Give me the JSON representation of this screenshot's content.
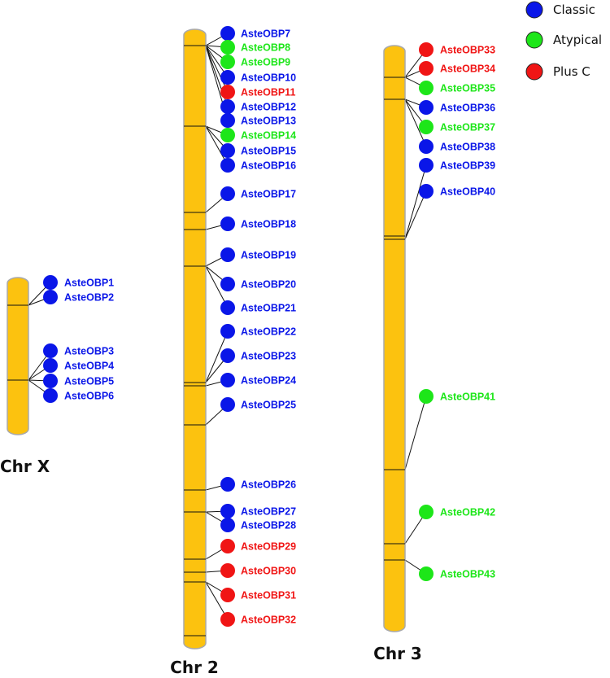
{
  "colors": {
    "Classic": "#0a16e8",
    "Atypical": "#1de619",
    "Plus C": "#f01515",
    "chromosome": "#fcc20f",
    "chromosome_border": "#a9a9a9",
    "line": "#111111"
  },
  "legend": [
    {
      "label": "Classic",
      "type": "Classic"
    },
    {
      "label": "Atypical",
      "type": "Atypical"
    },
    {
      "label": "Plus C",
      "type": "Plus C"
    }
  ],
  "chromosomes": [
    {
      "label": "Chr X",
      "bands": [],
      "genes": [
        {
          "name": "AsteOBP1",
          "type": "Classic"
        },
        {
          "name": "AsteOBP2",
          "type": "Classic"
        },
        {
          "name": "AsteOBP3",
          "type": "Classic"
        },
        {
          "name": "AsteOBP4",
          "type": "Classic"
        },
        {
          "name": "AsteOBP5",
          "type": "Classic"
        },
        {
          "name": "AsteOBP6",
          "type": "Classic"
        }
      ]
    },
    {
      "label": "Chr 2",
      "bands": [],
      "genes": [
        {
          "name": "AsteOBP7",
          "type": "Classic"
        },
        {
          "name": "AsteOBP8",
          "type": "Atypical"
        },
        {
          "name": "AsteOBP9",
          "type": "Atypical"
        },
        {
          "name": "AsteOBP10",
          "type": "Classic"
        },
        {
          "name": "AsteOBP11",
          "type": "Plus C"
        },
        {
          "name": "AsteOBP12",
          "type": "Classic"
        },
        {
          "name": "AsteOBP13",
          "type": "Classic"
        },
        {
          "name": "AsteOBP14",
          "type": "Atypical"
        },
        {
          "name": "AsteOBP15",
          "type": "Classic"
        },
        {
          "name": "AsteOBP16",
          "type": "Classic"
        },
        {
          "name": "AsteOBP17",
          "type": "Classic"
        },
        {
          "name": "AsteOBP18",
          "type": "Classic"
        },
        {
          "name": "AsteOBP19",
          "type": "Classic"
        },
        {
          "name": "AsteOBP20",
          "type": "Classic"
        },
        {
          "name": "AsteOBP21",
          "type": "Classic"
        },
        {
          "name": "AsteOBP22",
          "type": "Classic"
        },
        {
          "name": "AsteOBP23",
          "type": "Classic"
        },
        {
          "name": "AsteOBP24",
          "type": "Classic"
        },
        {
          "name": "AsteOBP25",
          "type": "Classic"
        },
        {
          "name": "AsteOBP26",
          "type": "Classic"
        },
        {
          "name": "AsteOBP27",
          "type": "Classic"
        },
        {
          "name": "AsteOBP28",
          "type": "Classic"
        },
        {
          "name": "AsteOBP29",
          "type": "Plus C"
        },
        {
          "name": "AsteOBP30",
          "type": "Plus C"
        },
        {
          "name": "AsteOBP31",
          "type": "Plus C"
        },
        {
          "name": "AsteOBP32",
          "type": "Plus C"
        }
      ]
    },
    {
      "label": "Chr 3",
      "bands": [],
      "genes": [
        {
          "name": "AsteOBP33",
          "type": "Plus C"
        },
        {
          "name": "AsteOBP34",
          "type": "Plus C"
        },
        {
          "name": "AsteOBP35",
          "type": "Atypical"
        },
        {
          "name": "AsteOBP36",
          "type": "Classic"
        },
        {
          "name": "AsteOBP37",
          "type": "Atypical"
        },
        {
          "name": "AsteOBP38",
          "type": "Classic"
        },
        {
          "name": "AsteOBP39",
          "type": "Classic"
        },
        {
          "name": "AsteOBP40",
          "type": "Classic"
        },
        {
          "name": "AsteOBP41",
          "type": "Atypical"
        },
        {
          "name": "AsteOBP42",
          "type": "Atypical"
        },
        {
          "name": "AsteOBP43",
          "type": "Atypical"
        }
      ]
    }
  ]
}
